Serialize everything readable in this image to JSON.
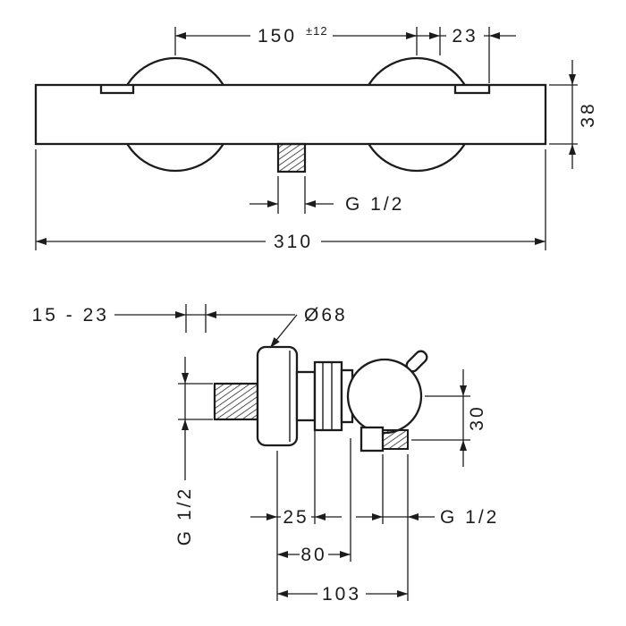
{
  "page": {
    "background": "#ffffff",
    "line_color": "#1c1c1c"
  },
  "drawing": {
    "front_view": {
      "dim_center_distance": "150",
      "dim_center_distance_tol": "±12",
      "dim_right_offset": "23",
      "dim_body_height": "38",
      "dim_total_width": "310",
      "dim_outlet_thread": "G 1/2"
    },
    "side_view": {
      "dim_wall_range": "15 - 23",
      "dim_escutcheon_diameter": "Ø68",
      "dim_outlet_drop": "30",
      "dim_inlet_thread": "G 1/2",
      "dim_depth_1": "25",
      "dim_depth_2": "80",
      "dim_depth_total": "103",
      "dim_outlet_thread": "G 1/2"
    }
  }
}
